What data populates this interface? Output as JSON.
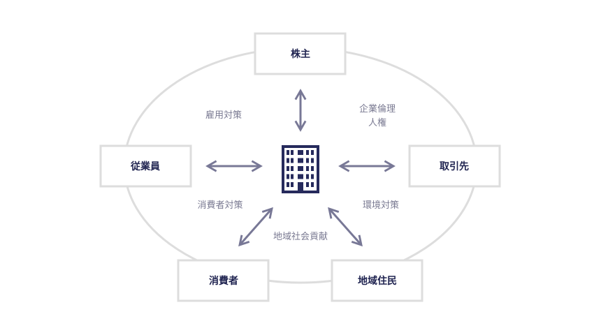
{
  "colors": {
    "box_stroke": "#dddddd",
    "ellipse": "#dddddd",
    "arrow": "#787896",
    "text_dark": "#1f2350",
    "label": "#7a7a92",
    "building": "#262a5c"
  },
  "nodes": {
    "shareholders": "株主",
    "employees": "従業員",
    "partners": "取引先",
    "consumers": "消費者",
    "residents": "地域住民"
  },
  "labels": {
    "employment": "雇用対策",
    "ethics_line1": "企業倫理",
    "ethics_line2": "人権",
    "consumer_policy": "消費者対策",
    "environment": "環境対策",
    "community": "地域社会貢献"
  },
  "center_icon": "building-icon"
}
